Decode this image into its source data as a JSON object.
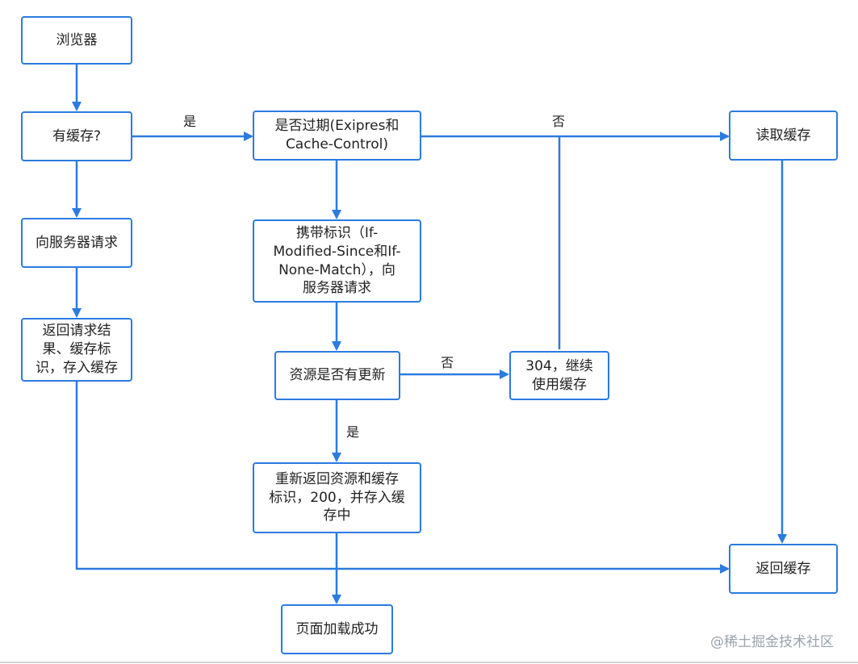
{
  "nodes": {
    "browser": "浏览器",
    "has_cache": "有缓存?",
    "request_server": "向服务器请求",
    "return_result": "返回请求结\n果、缓存标\n识，存入缓存",
    "expired": "是否过期(Exipres和\nCache-Control)",
    "carry_flag": "携带标识（If-\nModified-Since和If-\nNone-Match），向\n服务器请求",
    "resource_updated": "资源是否有更新",
    "not_modified": "304，继续\n使用缓存",
    "return_new": "重新返回资源和缓存\n标识，200，并存入缓\n存中",
    "page_loaded": "页面加载成功",
    "read_cache": "读取缓存",
    "return_cache": "返回缓存"
  },
  "edge_labels": {
    "yes_expired": "是",
    "no_expired": "否",
    "no_updated": "否",
    "yes_updated": "是"
  },
  "watermark": "@稀土掘金技术社区",
  "colors": {
    "accent": "#2b7be0"
  }
}
